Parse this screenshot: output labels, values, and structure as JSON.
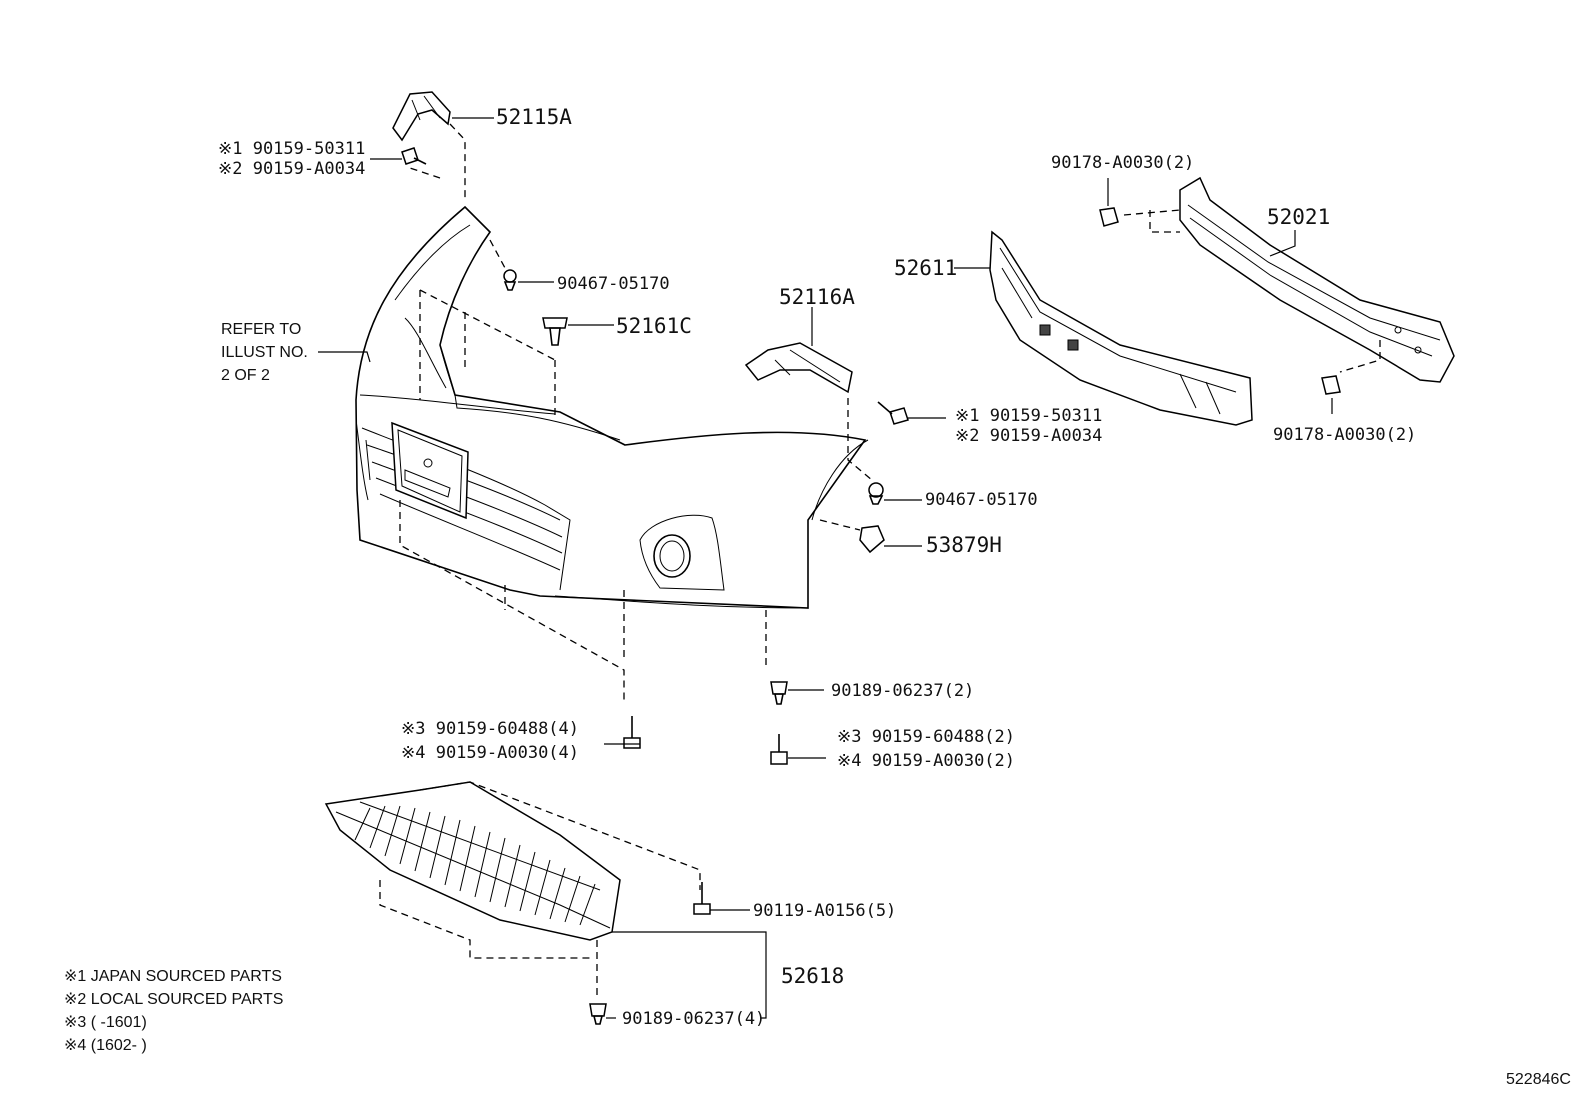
{
  "parts": {
    "p52115A": "52115A",
    "p90159_50311_a": "※1 90159-50311",
    "p90159_A0034_a": "※2 90159-A0034",
    "p90467_05170_a": "90467-05170",
    "p52161C": "52161C",
    "refer_1": "REFER TO",
    "refer_2": "ILLUST NO.",
    "refer_3": "2 OF 2",
    "p52116A": "52116A",
    "p90159_50311_b": "※1  90159-50311",
    "p90159_A0034_b": "※2  90159-A0034",
    "p90467_05170_b": "90467-05170",
    "p53879H": "53879H",
    "p90178_A0030_top": "90178-A0030(2)",
    "p52021": "52021",
    "p52611": "52611",
    "p90178_A0030_bot": "90178-A0030(2)",
    "p90189_06237_2": "90189-06237(2)",
    "p90159_60488_4": "※3  90159-60488(4)",
    "p90159_A0030_4": "※4  90159-A0030(4)",
    "p90159_60488_2": "※3  90159-60488(2)",
    "p90159_A0030_2": "※4  90159-A0030(2)",
    "p90119_A0156_5": "90119-A0156(5)",
    "p52618": "52618",
    "p90189_06237_4": "90189-06237(4)"
  },
  "legend": {
    "line1": "※1 JAPAN SOURCED PARTS",
    "line2": "※2 LOCAL SOURCED PARTS",
    "line3": "※3 (        -1601)",
    "line4": "※4 (1602-        )"
  },
  "diagram_code": "522846C"
}
